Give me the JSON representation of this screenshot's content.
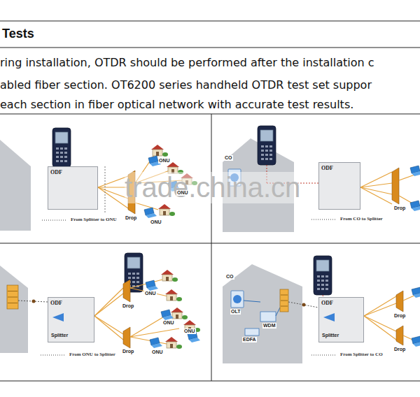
{
  "diagram": {
    "title": "Tests",
    "nodes": [
      {
        "text": [
          "From Splitter to ONU"
        ]
      },
      {
        "text": [
          "ODF"
        ],
        "in": 0
      },
      {
        "text": [
          "From CO to Splitter"
        ]
      },
      {
        "text": [
          "ODF"
        ],
        "in": 2
      },
      {
        "text": [
          "From ONU to Splitter"
        ]
      },
      {
        "text": [
          "ODF",
          "Splitter"
        ],
        "in": 4
      },
      {
        "text": [
          "From Splitter to CO"
        ]
      },
      {
        "text": [
          "ODF",
          "Splitter"
        ],
        "in": 6
      }
    ],
    "labels": [
      "ring installation, OTDR should be performed after the installation c",
      "abled fiber section. OT6200 series handheld OTDR test set suppor",
      "each section in fiber optical network with accurate test results.",
      "trade.china.cn",
      "ONU",
      "ONU",
      "ONU",
      "Drop",
      "CO",
      "Drop",
      "ONU",
      "ONU",
      "ONU",
      "ONU",
      "Drop",
      "Drop",
      "CO",
      "OLT",
      "WDM",
      "EDFA",
      "Drop",
      "Drop"
    ]
  }
}
